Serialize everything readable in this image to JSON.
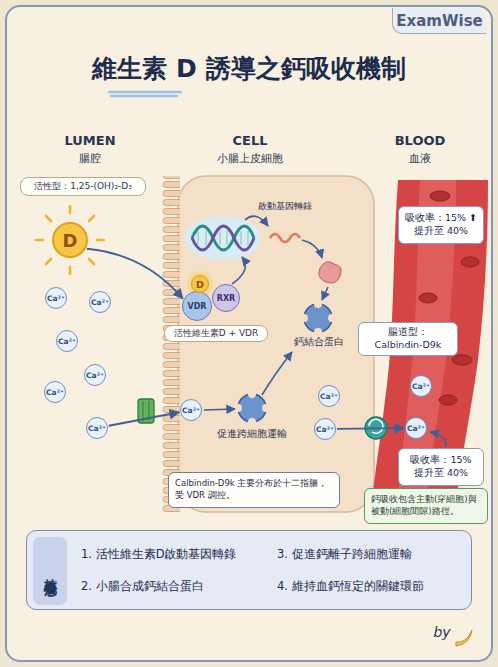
{
  "diagram": {
    "title": "維生素 D 誘導之鈣吸收機制",
    "nodes": [
      {
        "text": [
          "ExamWise"
        ]
      },
      {
        "text": [
          "活性型：1,25-(OH)₂-D₃"
        ]
      },
      {
        "text": [
          "D"
        ]
      },
      {
        "text": [
          "D"
        ]
      },
      {
        "text": [
          "VDR"
        ]
      },
      {
        "text": [
          "RXR"
        ]
      },
      {
        "text": [
          "吸收率：15% ⬆提升至 40%"
        ]
      },
      {
        "text": [
          "活性維生素D + VDR"
        ]
      },
      {
        "text": [
          "Ca²⁺"
        ]
      },
      {
        "text": [
          "Ca²⁺"
        ]
      },
      {
        "text": [
          "Ca²⁺"
        ]
      },
      {
        "text": [
          "腸道型： Calbindin-D9k"
        ]
      },
      {
        "text": [
          "Ca²⁺"
        ]
      },
      {
        "text": [
          "Ca²⁺"
        ]
      },
      {
        "text": [
          "Ca²⁺"
        ]
      },
      {
        "text": [
          "Ca²⁺"
        ]
      },
      {
        "text": [
          "Ca²⁺"
        ]
      },
      {
        "text": [
          "Ca²⁺"
        ]
      },
      {
        "text": [
          "Ca²⁺"
        ]
      },
      {
        "text": [
          "Ca²⁺"
        ]
      },
      {
        "text": [
          "吸收率：15% 提升至 40%"
        ]
      },
      {
        "text": [
          "Calbindin-D9k 主要分布於十二指腸，受 VDR 調控。"
        ]
      },
      {
        "text": [
          "鈣吸收包含主動(穿細胞)與被動(細胞間隙)路徑。"
        ]
      },
      {
        "text": [
          "1. 活性維生素D啟動基因轉錄",
          "2. 小腸合成鈣結合蛋白",
          "3. 促進鈣離子跨細胞運輸",
          "4. 維持血鈣恆定的關鍵環節"
        ]
      },
      {
        "text": [
          "核心概念"
        ],
        "in": 23
      }
    ],
    "edges": [
      {
        "from": 2,
        "to": 4,
        "arrow": "to"
      },
      {
        "from": 14,
        "to": 15,
        "arrow": "to"
      },
      {
        "from": 17,
        "to": 19,
        "arrow": "to"
      }
    ],
    "labels": [
      "LUMEN",
      "腸腔",
      "CELL",
      "小腸上皮細胞",
      "BLOOD",
      "血液",
      "啟動基因轉錄",
      "鈣結合蛋白",
      "促進跨細胞運輸",
      "by"
    ]
  }
}
